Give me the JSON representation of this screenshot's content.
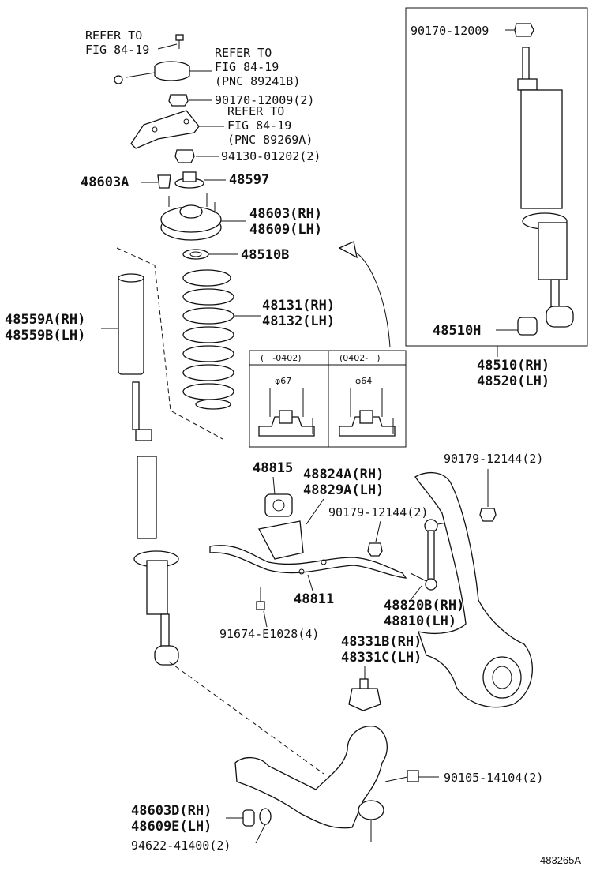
{
  "refs": {
    "refer_a_line1": "REFER TO",
    "refer_a_line2": "FIG 84-19",
    "refer_b_line1": "REFER TO",
    "refer_b_line2": "FIG 84-19",
    "refer_b_line3": "(PNC 89241B)",
    "refer_c_line1": "REFER TO",
    "refer_c_line2": "FIG 84-19",
    "refer_c_line3": "(PNC 89269A)"
  },
  "parts": {
    "nut_upper": "90170-12009(2)",
    "nut_upper2": "94130-01202(2)",
    "p48603A": "48603A",
    "p48597": "48597",
    "p48603": "48603(RH)",
    "p48609": "48609(LH)",
    "p48510B": "48510B",
    "p48559A": "48559A(RH)",
    "p48559B": "48559B(LH)",
    "p48131": "48131(RH)",
    "p48132": "48132(LH)",
    "p48815": "48815",
    "p48824A": "48824A(RH)",
    "p48829A": "48829A(LH)",
    "p90179a": "90179-12144(2)",
    "p90179b": "90179-12144(2)",
    "p48811": "48811",
    "p91674": "91674-E1028(4)",
    "p48820B": "48820B(RH)",
    "p48810": "48810(LH)",
    "p48331B": "48331B(RH)",
    "p48331C": "48331C(LH)",
    "p90105": "90105-14104(2)",
    "p48603D": "48603D(RH)",
    "p48609E": "48609E(LH)",
    "p94622": "94622-41400(2)"
  },
  "inset": {
    "nut": "90170-12009",
    "bush": "48510H",
    "assy_rh": "48510(RH)",
    "assy_lh": "48520(LH)"
  },
  "table": {
    "col1": "(　-0402)",
    "col2": "(0402-　)",
    "dia1": "φ67",
    "dia2": "φ64"
  },
  "footer": {
    "code": "483265A"
  }
}
